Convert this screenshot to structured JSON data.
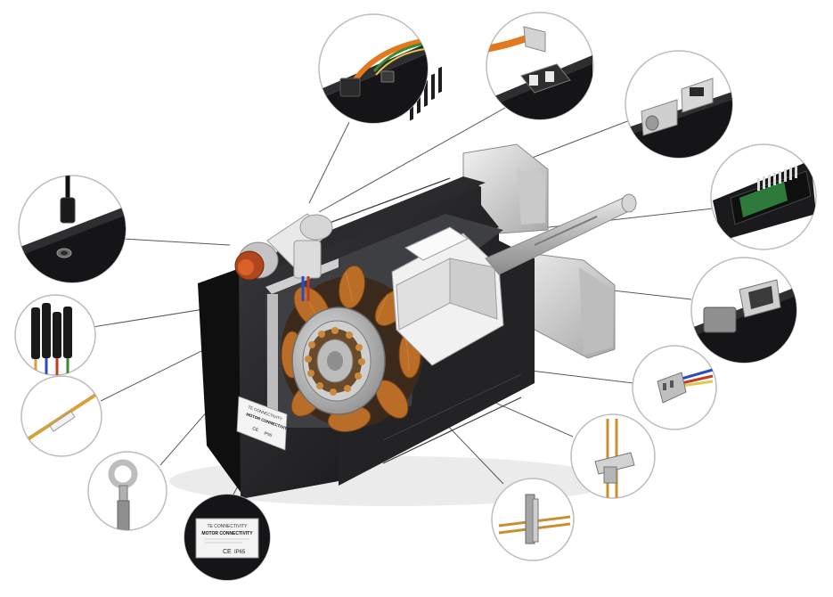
{
  "label_main": {
    "line1": "TE CONNECTIVITY",
    "line2": "MOTOR CONNECTIVITY",
    "ip": "IP65",
    "ce": "CE"
  },
  "label_zoom": {
    "line1": "TE CONNECTIVITY",
    "line2": "MOTOR CONNECTIVITY",
    "ip": "IP65",
    "ce": "CE"
  },
  "colors": {
    "motor_body": "#1c1c1e",
    "housing_light": "#d9d9d9",
    "copper": "#b86b22",
    "connector_orange": "#e2781f",
    "leader_line": "#555555",
    "callout_border": "#bdbdbd"
  },
  "callouts": [
    {
      "name": "callout-power-header-icon"
    },
    {
      "name": "callout-angled-connector-icon"
    },
    {
      "name": "callout-rj45-jack-icon"
    },
    {
      "name": "callout-pcb-connector-icon"
    },
    {
      "name": "callout-dsub-connector-icon"
    },
    {
      "name": "callout-wire-splice-icon"
    },
    {
      "name": "callout-ptr-terminal-icon"
    },
    {
      "name": "callout-idc-terminal-icon"
    },
    {
      "name": "callout-nameplate-label-icon"
    },
    {
      "name": "callout-ring-terminal-icon"
    },
    {
      "name": "callout-butt-splice-icon"
    },
    {
      "name": "callout-heatshrink-tubing-icon"
    },
    {
      "name": "callout-circular-m8-connector-icon"
    }
  ]
}
